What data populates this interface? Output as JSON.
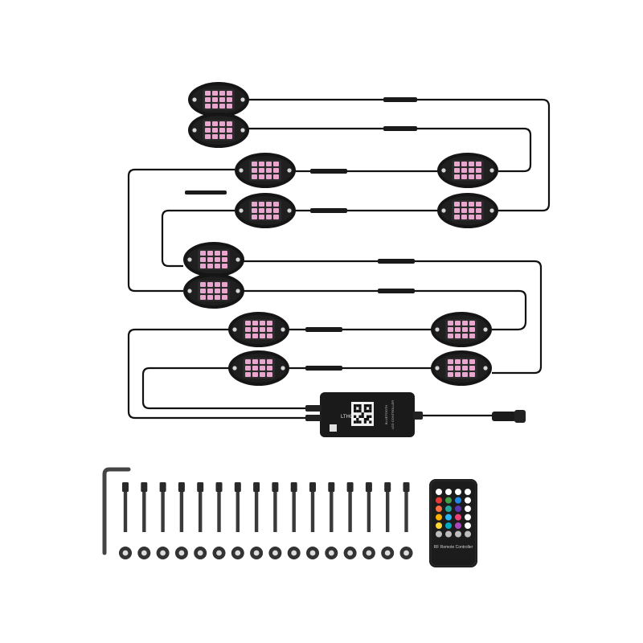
{
  "controller": {
    "brand": "LTHC",
    "label_line1": "LED CONTROLLER",
    "label_line2": "BLUETOOTH"
  },
  "remote": {
    "label": "RF Remote Controller"
  },
  "colors": {
    "background": "#ffffff",
    "wire": "#111111",
    "pod_housing": "#151515",
    "pod_lens": "#2b2b2b",
    "led_chip": "#e9a6cf",
    "remote_body": "#1c1c1c"
  },
  "icons": {
    "pods": "rock-light-pod-icon",
    "connectors": "wire-connector-icon",
    "controller": "controller-box-icon",
    "remote": "rf-remote-icon",
    "allen_key": "allen-key-icon",
    "bolts": "bolt-icon",
    "washers": "washer-icon"
  },
  "remote_buttons": [
    "#ffffff",
    "#ffffff",
    "#ffffff",
    "#ffffff",
    "#e53935",
    "#43a047",
    "#1e88e5",
    "#ffffff",
    "#ff7043",
    "#26a69a",
    "#5e35b1",
    "#ffffff",
    "#ffb300",
    "#29b6f6",
    "#ec407a",
    "#ffffff",
    "#fdd835",
    "#00acc1",
    "#ab47bc",
    "#ffffff",
    "#bdbdbd",
    "#bdbdbd",
    "#bdbdbd",
    "#bdbdbd"
  ],
  "hardware": {
    "bolt_count": 16,
    "washer_count": 16
  }
}
